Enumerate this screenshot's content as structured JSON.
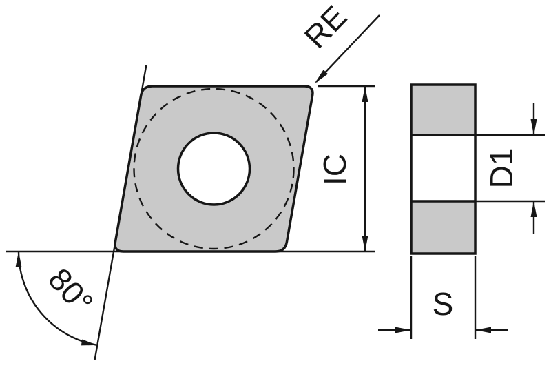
{
  "front_view": {
    "labels": {
      "corner_radius": "RE",
      "inscribed_circle": "IC",
      "corner_angle": "80°"
    }
  },
  "side_view": {
    "labels": {
      "hole_diameter": "D1",
      "thickness": "S"
    }
  },
  "colors": {
    "insert_fill": "#c9c9c9",
    "hole_fill": "#ffffff",
    "line": "#161616",
    "background": "#ffffff"
  }
}
